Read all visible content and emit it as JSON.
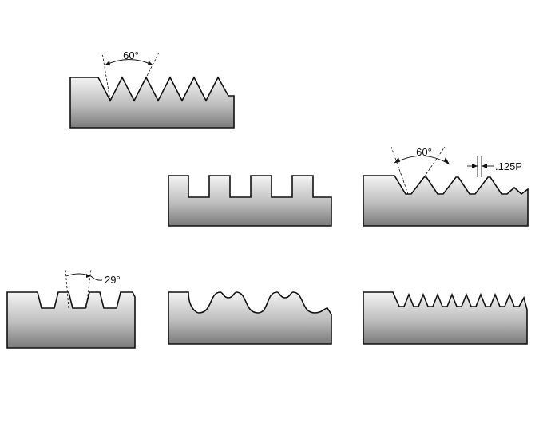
{
  "colors": {
    "outline": "#111111",
    "gradient_top": "#f4f4f4",
    "gradient_mid": "#bdbdbd",
    "gradient_bottom": "#7a7a7a"
  },
  "profiles": [
    {
      "id": "v-thread",
      "angle_label": "60°"
    },
    {
      "id": "square-thread"
    },
    {
      "id": "sharp-v-thread",
      "angle_label": "60°",
      "flat_label": ".125P"
    },
    {
      "id": "acme-thread",
      "angle_label": "29°"
    },
    {
      "id": "knuckle-thread"
    },
    {
      "id": "buttress-thread"
    }
  ]
}
